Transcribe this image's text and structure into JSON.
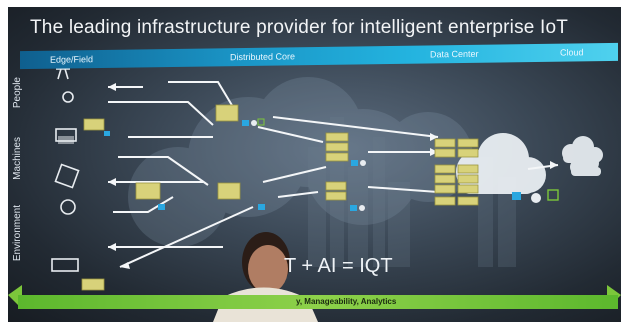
{
  "slide": {
    "title": "The leading infrastructure provider for intelligent enterprise IoT",
    "zones": [
      "Edge/Field",
      "Distributed Core",
      "Data Center",
      "Cloud"
    ],
    "side_labels": [
      "People",
      "Machines",
      "Environment"
    ],
    "equation": "T + AI = IQT",
    "bottom_text": "y, Manageability, Analytics"
  },
  "colors": {
    "banner": "#1a93c4",
    "server": "#d8d27a",
    "lock": "#2aa7e0",
    "bottom_bar": "#7cc63b",
    "slide_bg": "#3b4856"
  },
  "icons": [
    "tower-icon",
    "person-icon",
    "camera-icon",
    "box-icon",
    "bulb-icon",
    "truck-icon",
    "server-icon",
    "lock-icon",
    "gear-icon",
    "chart-icon",
    "cloud-icon"
  ]
}
